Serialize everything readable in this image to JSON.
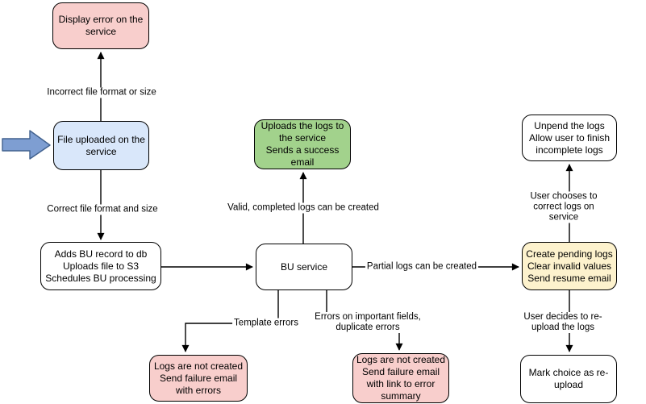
{
  "diagram": {
    "background": "#ffffff",
    "nodes": {
      "display_error": {
        "label": "Display error on the service",
        "color": "#f8cecc"
      },
      "file_uploaded": {
        "label": "File uploaded on the service",
        "color": "#d9e7fa"
      },
      "adds_bu": {
        "label": "Adds BU record to db\nUploads file to S3\nSchedules BU processing",
        "color": "#ffffff"
      },
      "bu_service": {
        "label": "BU service",
        "color": "#ffffff"
      },
      "success": {
        "label": "Uploads the logs to the service\nSends a success email",
        "color": "#a2d28c"
      },
      "fail_template": {
        "label": "Logs are not created\nSend failure email with errors",
        "color": "#f8cecc"
      },
      "fail_fields": {
        "label": "Logs are not created\nSend failure email with link to error summary",
        "color": "#f8cecc"
      },
      "pending": {
        "label": "Create pending logs\nClear invalid values\nSend resume email",
        "color": "#fdf2cd"
      },
      "unpend": {
        "label": "Unpend the logs\nAllow user to finish incomplete logs",
        "color": "#ffffff"
      },
      "reupload": {
        "label": "Mark choice as re-upload",
        "color": "#ffffff"
      }
    },
    "edge_labels": {
      "incorrect": "Incorrect file format or size",
      "correct": "Correct file format and size",
      "valid": "Valid, completed logs can be created",
      "partial": "Partial logs can be created",
      "template": "Template errors",
      "important": "Errors on important fields,\nduplicate errors",
      "user_correct": "User chooses to correct logs on service",
      "user_reupload": "User decides to re-upload the logs"
    },
    "palette": {
      "pink": "#f8cecc",
      "blue": "#d9e7fa",
      "green": "#a2d28c",
      "yellow": "#fdf2cd",
      "line": "#000000",
      "entry_arrow_fill": "#7e9ed2",
      "entry_arrow_stroke": "#41618e"
    }
  }
}
